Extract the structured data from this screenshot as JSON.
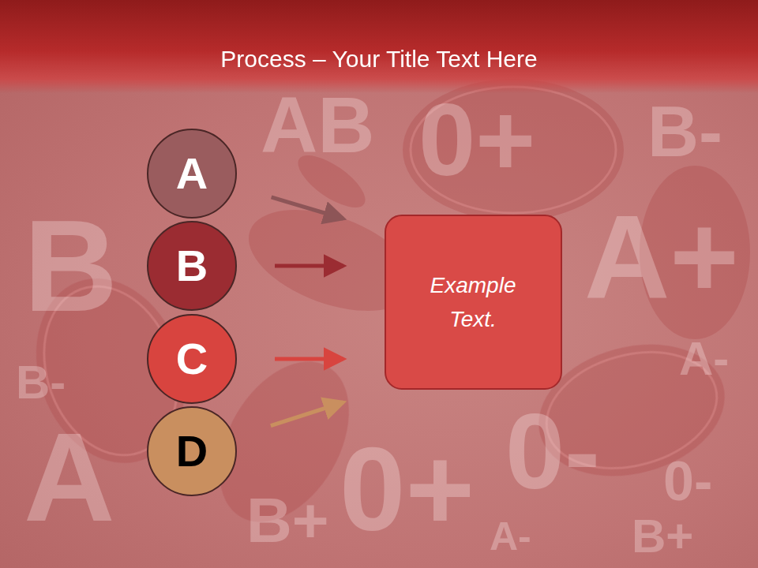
{
  "diagram": {
    "title": "Process – Your Title Text Here",
    "nodes": [
      {
        "text": [
          "A"
        ]
      },
      {
        "text": [
          "B"
        ]
      },
      {
        "text": [
          "C"
        ]
      },
      {
        "text": [
          "D"
        ]
      },
      {
        "text": [
          "Example Text."
        ]
      }
    ],
    "edges": [
      {
        "from": 0,
        "to": 4,
        "arrow": "to"
      },
      {
        "from": 1,
        "to": 4,
        "arrow": "to"
      },
      {
        "from": 2,
        "to": 4,
        "arrow": "to"
      },
      {
        "from": 3,
        "to": 4,
        "arrow": "to"
      }
    ],
    "labels": [
      "AB",
      "0+",
      "B-",
      "A+",
      "A-",
      "B",
      "B-",
      "A",
      "B+",
      "0+",
      "0-",
      "0-",
      "A-",
      "B+"
    ]
  }
}
